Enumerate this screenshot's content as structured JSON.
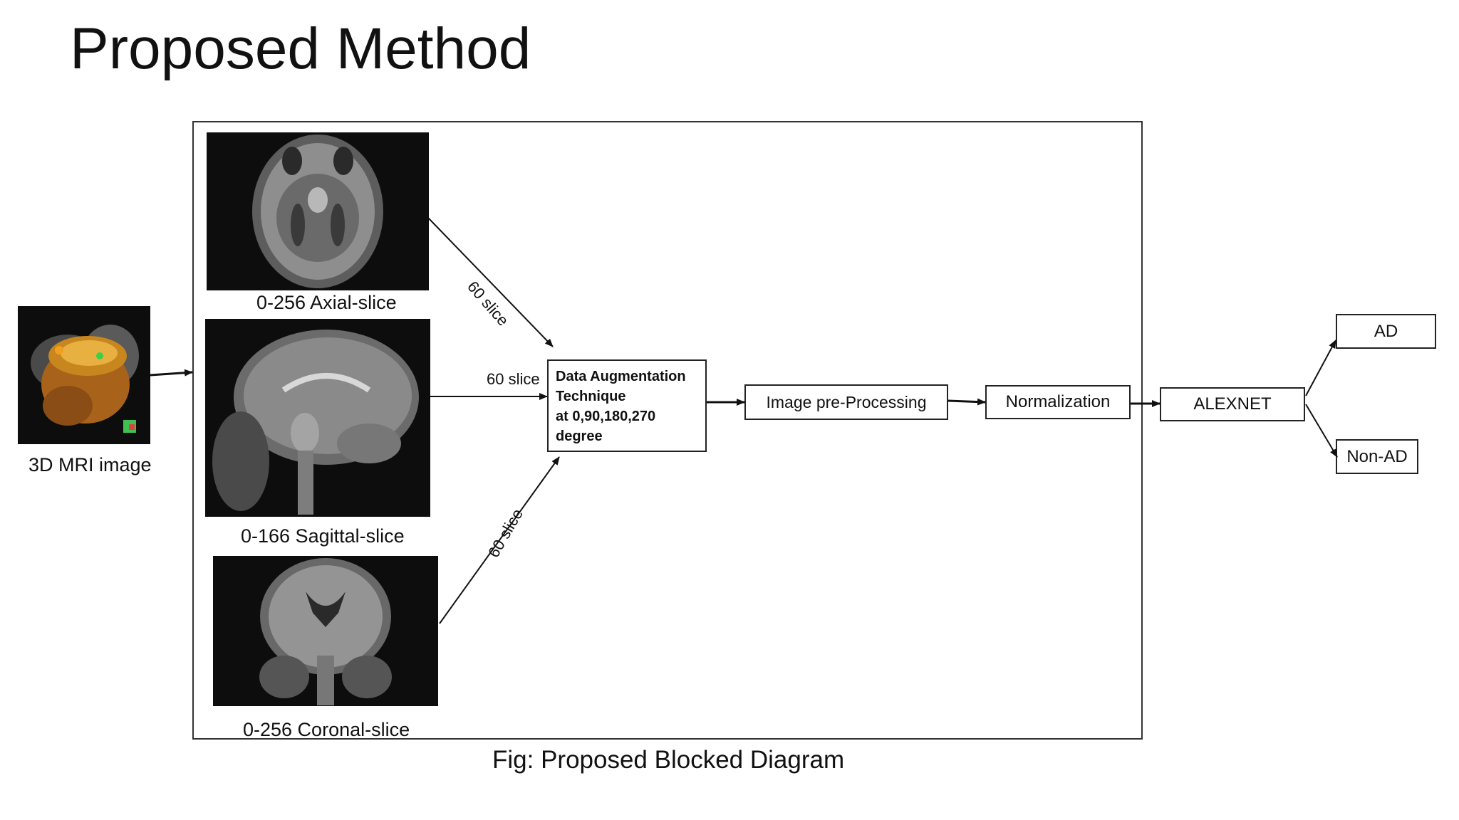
{
  "title": "Proposed Method",
  "input": {
    "label": "3D MRI image"
  },
  "slices": {
    "axial": "0-256 Axial-slice",
    "sagittal": "0-166 Sagittal-slice",
    "coronal": "0-256 Coronal-slice"
  },
  "edge_labels": {
    "axial": "60 slice",
    "sagittal": "60 slice",
    "coronal": "60 slice"
  },
  "augmentation": {
    "lines": [
      "Data Augmentation",
      "Technique",
      "at 0,90,180,270",
      "degree"
    ]
  },
  "stages": {
    "preprocessing": "Image pre-Processing",
    "normalization": "Normalization",
    "model": "ALEXNET"
  },
  "outputs": {
    "positive": "AD",
    "negative": "Non-AD"
  },
  "caption": "Fig: Proposed Blocked Diagram",
  "colors": {
    "stroke": "#222222",
    "image_bg": "#0d0d0d"
  }
}
